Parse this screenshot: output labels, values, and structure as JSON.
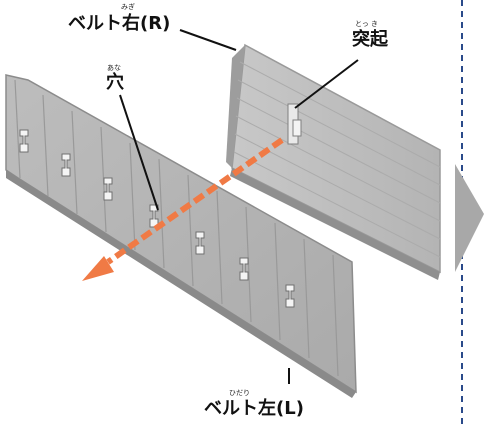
{
  "labels": {
    "belt_right": {
      "text": "ベルト右(R)",
      "ruby": "みぎ"
    },
    "protrusion": {
      "text": "突起",
      "ruby": "とっ き"
    },
    "hole": {
      "text": "穴",
      "ruby": "あな"
    },
    "belt_left": {
      "text": "ベルト左(L)",
      "ruby": "ひだり"
    }
  },
  "colors": {
    "belt_face": "#b3b3b3",
    "belt_face_light": "#c4c4c4",
    "belt_edge": "#8f8f8f",
    "arrow": "#f07a45",
    "divider": "#2a4a8a",
    "next_arrow": "#a8a8a8"
  },
  "icons": {
    "next": "next-step-arrow-icon",
    "direction": "insert-direction-arrow-icon"
  }
}
